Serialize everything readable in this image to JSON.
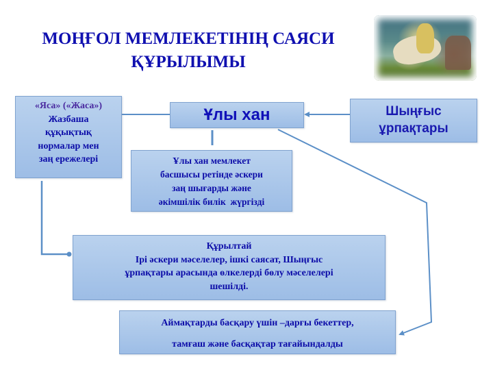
{
  "title": {
    "line1": "МОҢҒОЛ МЕМЛЕКЕТІНІҢ САЯСИ",
    "line2": "ҚҰРЫЛЫМЫ"
  },
  "image": {
    "description": "Mongol khan on horseback painting"
  },
  "boxes": {
    "yasa": {
      "quote": "«Яса» («Жаса»)",
      "lines": [
        "Жазбаша",
        "құқықтық",
        "нормалар мен",
        "заң ережелері"
      ]
    },
    "uly_khan": {
      "label": "Ұлы хан"
    },
    "shyngys": {
      "lines": [
        "Шыңғыс",
        "ұрпақтары"
      ]
    },
    "uly_khan_desc": {
      "lines": [
        "Ұлы хан мемлекет",
        "басшысы ретінде әскери",
        "заң шығарды және",
        "әкімшілік билік  жүргізді"
      ]
    },
    "kurultai": {
      "heading": "Құрылтай",
      "lines": [
        "Ірі әскери мәселелер, ішкі саясат, Шыңғыс",
        "ұрпақтары арасында өлкелерді бөлу мәселелері",
        "шешілді."
      ]
    },
    "aimak": {
      "lines": [
        "Аймақтарды басқару үшін –дарғы бекеттер,",
        "тамғаш және басқақтар тағайындалды"
      ]
    }
  },
  "colors": {
    "box_fill_top": "#bad2ee",
    "box_fill_bottom": "#9dbde6",
    "box_border": "#7fa2cf",
    "text": "#0c0ca8",
    "title": "#1010b0",
    "connector": "#5b8fc7"
  }
}
